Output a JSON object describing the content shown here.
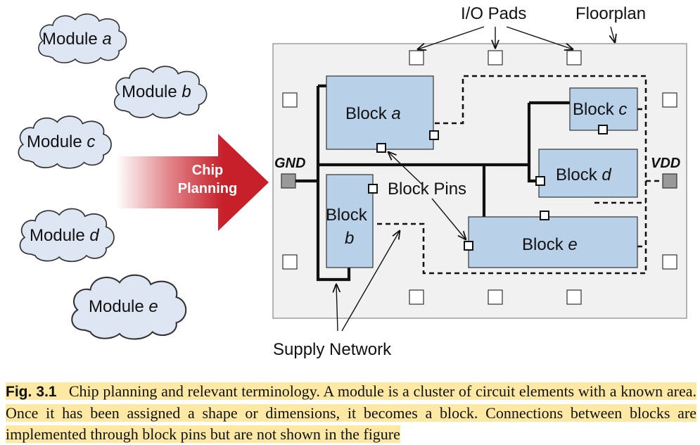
{
  "modules": [
    {
      "prefix": "Module ",
      "letter": "a"
    },
    {
      "prefix": "Module ",
      "letter": "b"
    },
    {
      "prefix": "Module ",
      "letter": "c"
    },
    {
      "prefix": "Module ",
      "letter": "d"
    },
    {
      "prefix": "Module ",
      "letter": "e"
    }
  ],
  "arrow": {
    "line1": "Chip",
    "line2": "Planning",
    "color": "#c8202a"
  },
  "blocks": {
    "a": {
      "prefix": "Block ",
      "letter": "a"
    },
    "b": {
      "prefix": "Block",
      "letter": "b"
    },
    "c": {
      "prefix": "Block ",
      "letter": "c"
    },
    "d": {
      "prefix": "Block ",
      "letter": "d"
    },
    "e": {
      "prefix": "Block ",
      "letter": "e"
    }
  },
  "labels": {
    "io_pads": "I/O Pads",
    "floorplan": "Floorplan",
    "gnd": "GND",
    "vdd": "VDD",
    "block_pins": "Block Pins",
    "supply_network": "Supply Network"
  },
  "colors": {
    "block_fill": "#b8d0e8",
    "floorplan_fill": "#f1f1f1",
    "cloud_fill": "#dde6f2",
    "caption_highlight": "#fde9a3"
  },
  "caption": {
    "fig": "Fig. 3.1",
    "text": "Chip planning and relevant terminology. A module is a cluster of circuit elements with a known area. Once it has been assigned a shape or dimensions, it becomes a block. Connections between blocks are implemented through block pins but are not shown in the figure"
  }
}
